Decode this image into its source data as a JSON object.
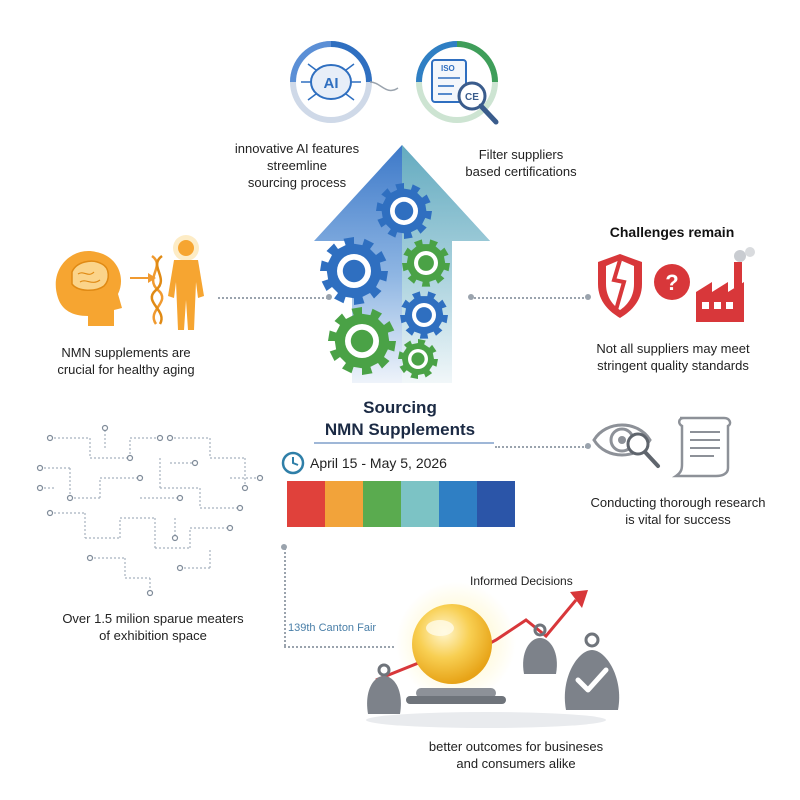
{
  "top": {
    "ai_icon_text": "AI",
    "iso_icon_text": "ISO",
    "ce_icon_text": "CE",
    "ai_caption": "innovative AI features\nstreemline\nsourcing process",
    "cert_caption": "Filter suppliers\nbased certifications"
  },
  "left": {
    "aging_caption": "NMN supplements are\ncrucial for healthy aging",
    "exhibition_caption": "Over 1.5 milion sparue meaters\nof exhibition space"
  },
  "right": {
    "challenges_title": "Challenges remain",
    "challenges_caption": "Not all suppliers may meet\nstringent quality standards",
    "research_caption": "Conducting thorough research\nis vital for success"
  },
  "center": {
    "title_line1": "Sourcing",
    "title_line2": "NMN Supplements",
    "date_range": "April 15 - May 5, 2026",
    "fair_label": "139th Canton Fair"
  },
  "bottom": {
    "decisions_label": "Informed Decisions",
    "outcomes_caption": "better outcomes for busineses\nand consumers alike"
  },
  "palette": {
    "swatches": [
      "#e0413b",
      "#f2a33a",
      "#5aab4f",
      "#7cc3c5",
      "#2f7fc4",
      "#2b55a8"
    ],
    "blue": "#2f6fc0",
    "green": "#4aa246",
    "orange": "#f4a42b",
    "red": "#d8373a",
    "gray": "#8d9198"
  }
}
